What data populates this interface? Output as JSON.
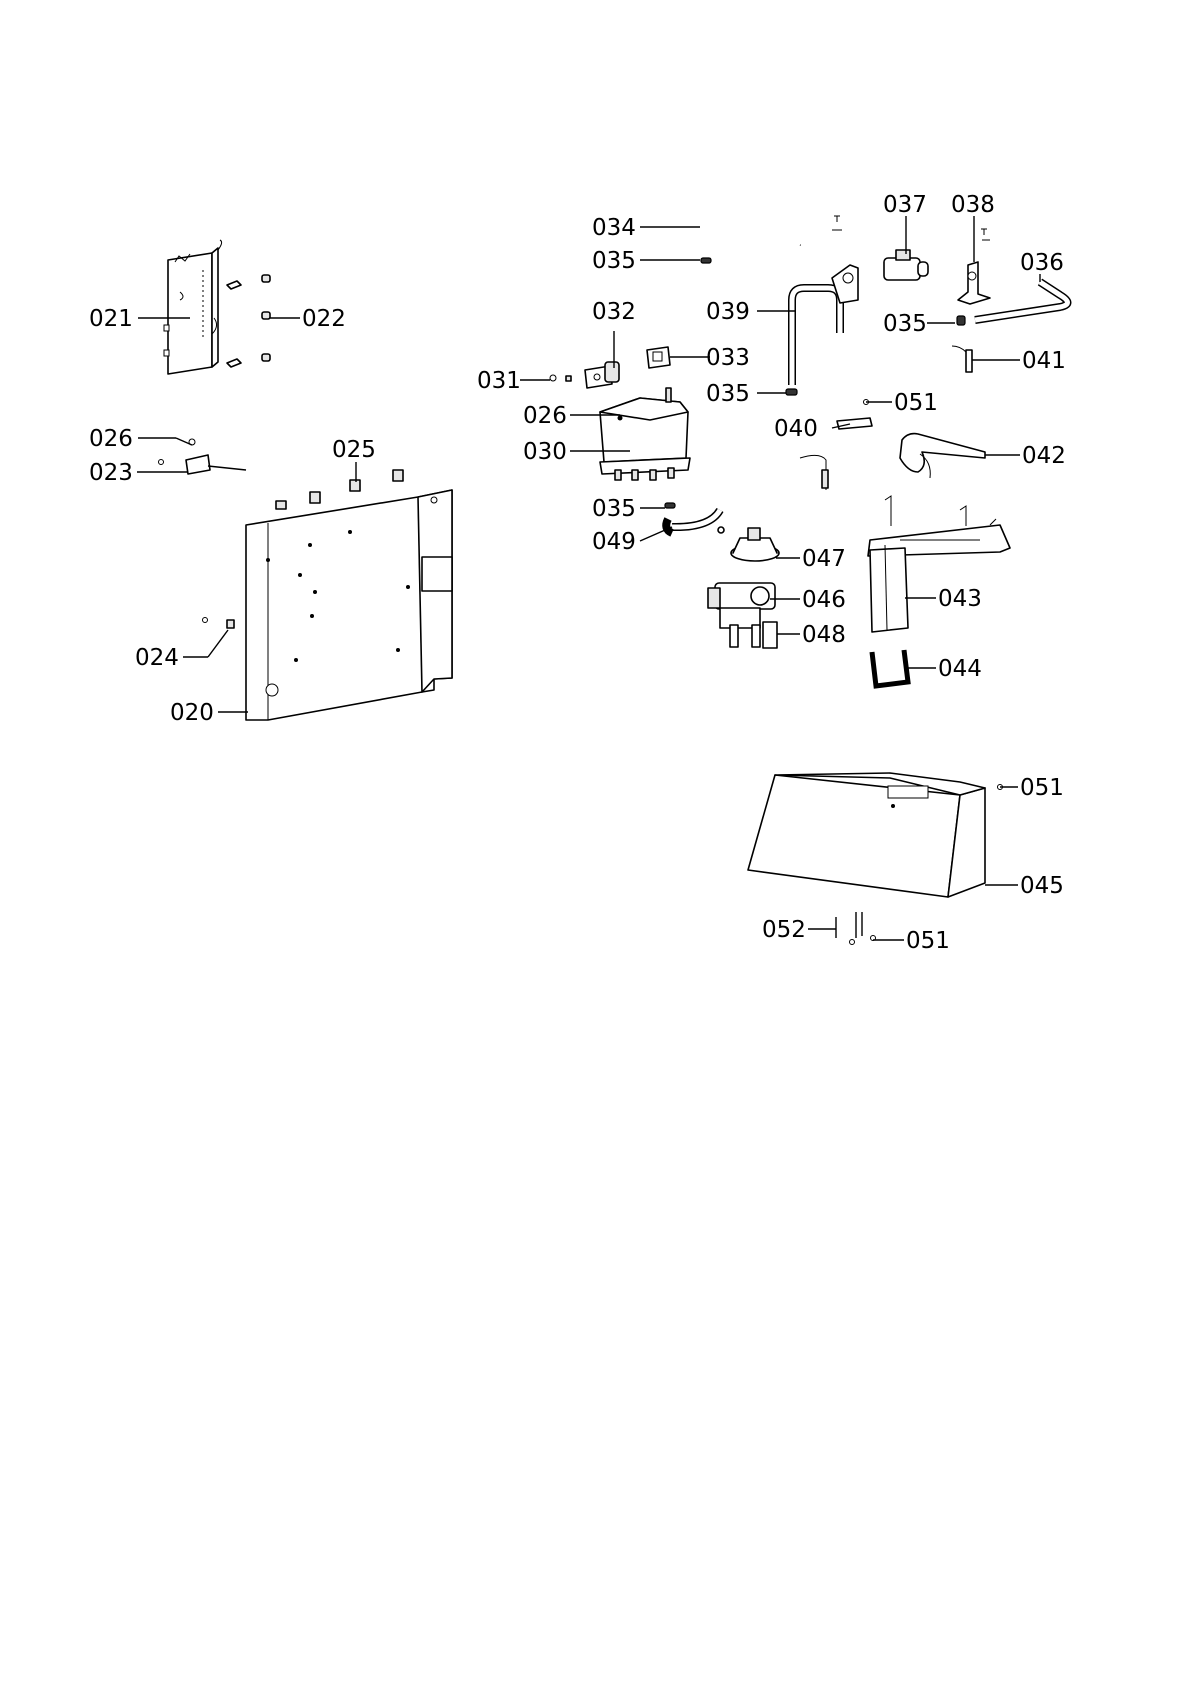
{
  "diagram": {
    "labels": {
      "l020": "020",
      "l021": "021",
      "l022": "022",
      "l023": "023",
      "l024": "024",
      "l025": "025",
      "l026a": "026",
      "l026b": "026",
      "l030": "030",
      "l031": "031",
      "l032": "032",
      "l033": "033",
      "l034": "034",
      "l035a": "035",
      "l035b": "035",
      "l035c": "035",
      "l035d": "035",
      "l036": "036",
      "l037": "037",
      "l038": "038",
      "l039": "039",
      "l040": "040",
      "l041": "041",
      "l042": "042",
      "l043": "043",
      "l044": "044",
      "l045": "045",
      "l046": "046",
      "l047": "047",
      "l048": "048",
      "l049": "049",
      "l051a": "051",
      "l051b": "051",
      "l051c": "051",
      "l052": "052"
    }
  }
}
